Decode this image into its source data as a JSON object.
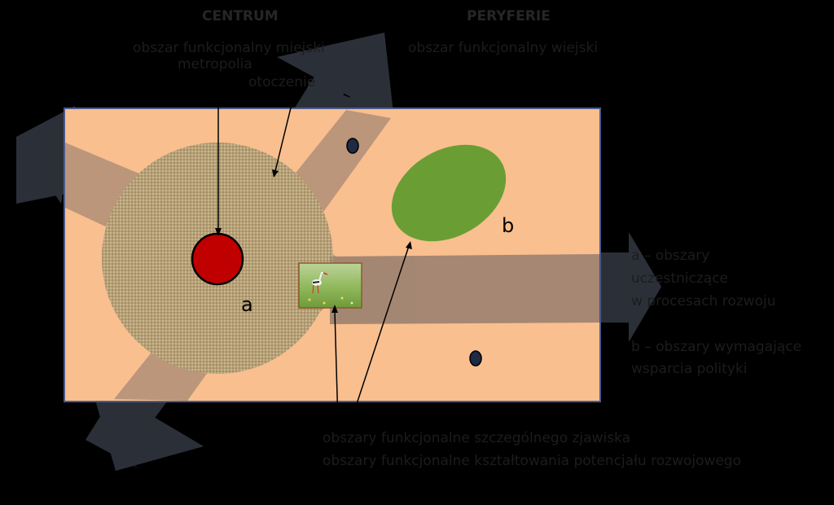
{
  "headings": {
    "center": "CENTRUM",
    "periphery": "PERYFERIE"
  },
  "labels": {
    "urban_area": "obszar funkcjonalny miejski",
    "metropolis": "metropolia",
    "surroundings": "otoczenie",
    "rural_area": "obszar funkcjonalny wiejski",
    "a": "a",
    "b": "b"
  },
  "legend": {
    "a_line1": "a – obszary",
    "a_line2": "uczestniczące",
    "a_line3": "w procesach rozwoju",
    "b_line1": "b – obszary wymagające",
    "b_line2": "wsparcia polityki"
  },
  "bottom": {
    "line1": "obszary funkcjonalne szczególnego zjawiska",
    "line2": "obszary funkcjonalne kształtowania potencjału rozwojowego"
  },
  "colors": {
    "background": "#000000",
    "rect_fill": "#f9bf8f",
    "rect_stroke": "#4a5b8c",
    "arrow_fill": "#2b3038",
    "metropolis": "#c00000",
    "green_area": "#6a9e34",
    "burlap": "#b8a27a"
  }
}
